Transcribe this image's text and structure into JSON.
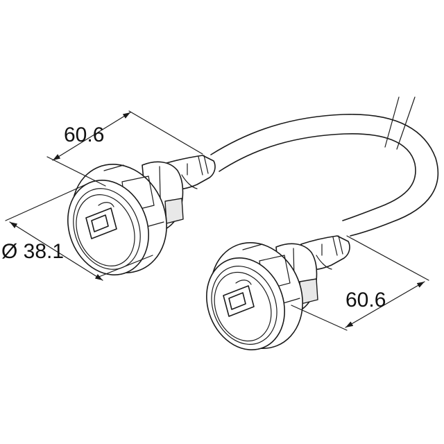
{
  "dimensions": {
    "top_length": "60.6",
    "diameter": "Ø 38.1",
    "bottom_length": "60.6"
  },
  "colors": {
    "line": "#1a1a1a",
    "background": "#ffffff"
  }
}
